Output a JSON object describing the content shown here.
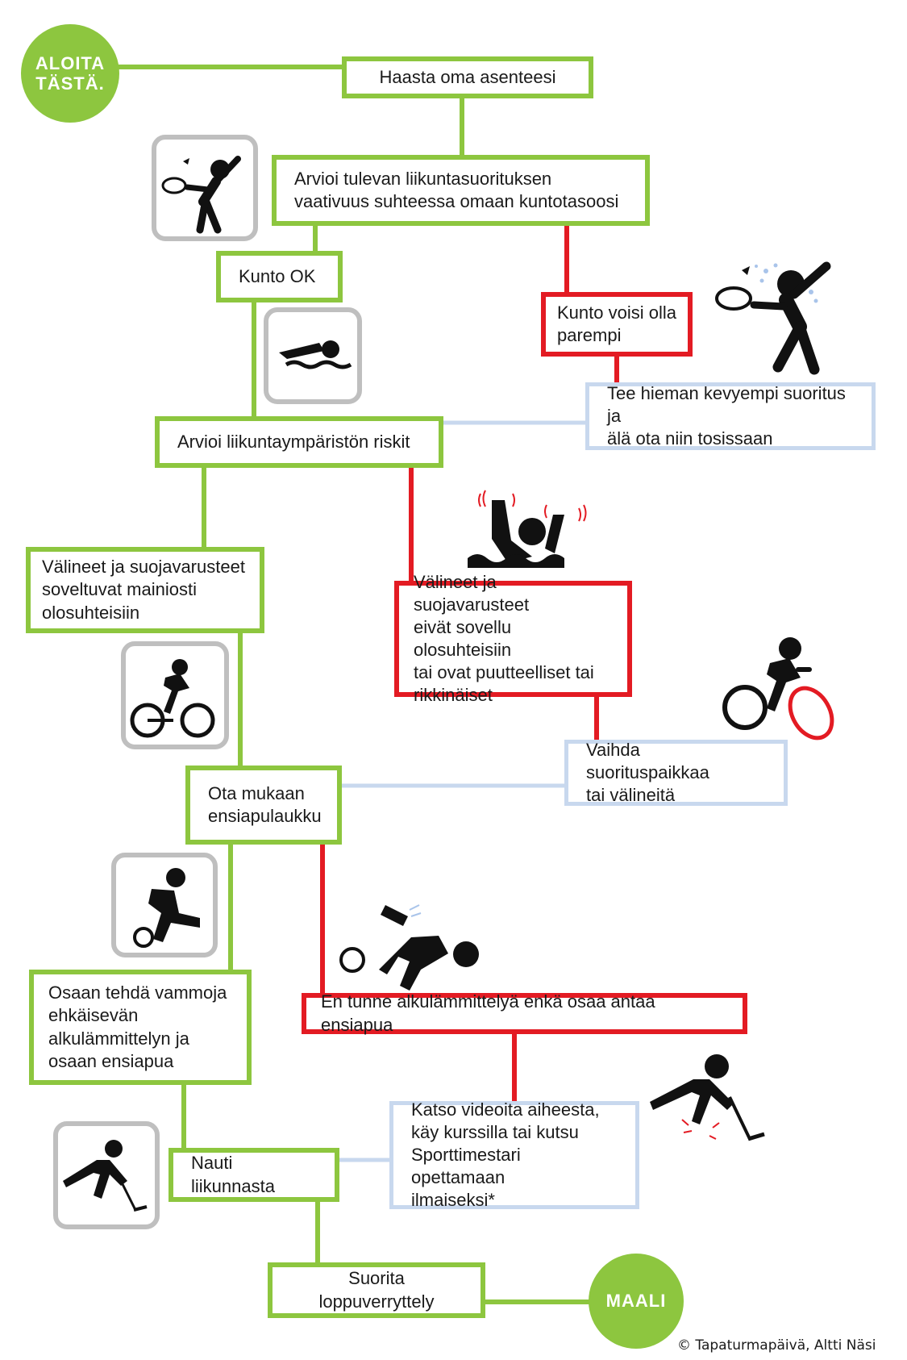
{
  "start": {
    "label": "ALOITA\nTÄSTÄ."
  },
  "finish": {
    "label": "MAALI"
  },
  "steps": {
    "challenge": "Haasta oma asenteesi",
    "assess_fitness": "Arvioi tulevan liikuntasuorituksen\nvaativuus suhteessa omaan kuntotasoosi",
    "fitness_ok": "Kunto OK",
    "fitness_poor": "Kunto voisi olla\nparempi",
    "lighter_workout": "Tee hieman kevyempi suoritus ja\nälä ota niin tosissaan",
    "assess_environment": "Arvioi liikuntaympäristön riskit",
    "gear_ok": "Välineet ja suojavarusteet\nsoveltuvat mainiosti\nolosuhteisiin",
    "gear_bad": "Välineet ja suojavarusteet\neivät sovellu olosuhteisiin\ntai ovat puutteelliset tai\nrikkinäiset",
    "change_place": "Vaihda suorituspaikkaa\ntai välineitä",
    "first_aid_kit": "Ota mukaan\nensiapulaukku",
    "warmup_ok": "Osaan tehdä vammoja\nehkäisevän\nalkulämmittelyn ja\nosaan ensiapua",
    "warmup_bad": "En tunne alkulämmittelyä enkä osaa antaa ensiapua",
    "learn": "Katso videoita aiheesta,\nkäy kurssilla tai kutsu\nSporttimestari opettamaan\nilmaiseksi*",
    "enjoy": "Nauti liikunnasta",
    "cooldown": "Suorita loppuverryttely"
  },
  "icons": [
    "badminton-icon",
    "badminton-sweating-icon",
    "swimmer-icon",
    "drowning-icon",
    "cyclist-icon",
    "cyclist-broken-wheel-icon",
    "soccer-player-icon",
    "soccer-fall-icon",
    "floorball-player-icon",
    "floorball-injury-icon"
  ],
  "credit": "© Tapaturmapäivä, Altti Näsi",
  "colors": {
    "ok": "#8dc63f",
    "risk": "#e31b23",
    "advice": "#c8d8ee"
  }
}
